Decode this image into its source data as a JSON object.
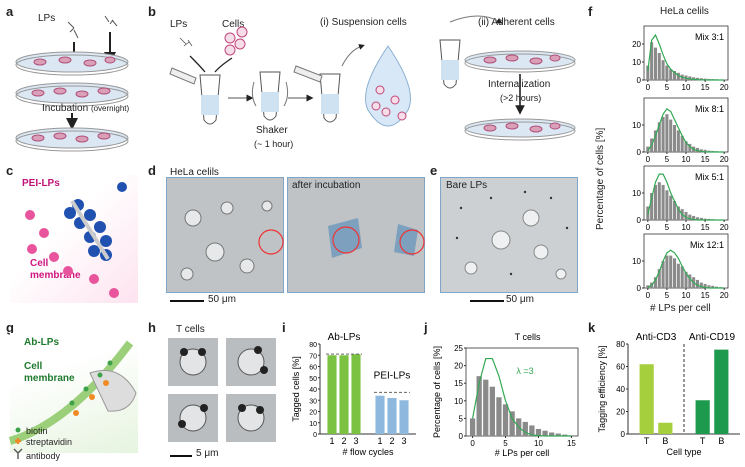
{
  "panels": {
    "a": {
      "letter": "a",
      "lps": "LPs",
      "incubation": "Incubation",
      "overnight": "(overnight)"
    },
    "b": {
      "letter": "b",
      "lps": "LPs",
      "cells": "Cells",
      "suspension": "(i) Suspension cells",
      "adherent": "(ii) Adherent cells",
      "shaker": "Shaker",
      "shaker_time": "(~ 1 hour)",
      "internalization": "Internalization",
      "internalization_time": "(>2 hours)"
    },
    "c": {
      "letter": "c",
      "title": "PEI-LPs",
      "membrane1": "Cell",
      "membrane2": "membrane"
    },
    "d": {
      "letter": "d",
      "title": "HeLa celils",
      "after": "after incubation",
      "scale": "50 μm"
    },
    "e": {
      "letter": "e",
      "title": "Bare LPs",
      "scale": "50 μm"
    },
    "f": {
      "letter": "f",
      "title": "HeLa celils",
      "ylabel": "Percentage of cells [%]",
      "xlabel": "# LPs per cell"
    },
    "g": {
      "letter": "g",
      "title": "Ab-LPs",
      "membrane1": "Cell",
      "membrane2": "membrane",
      "legend": [
        "biotin",
        "streptavidin",
        "antibody"
      ]
    },
    "h": {
      "letter": "h",
      "title": "T cells",
      "scale": "5 μm"
    },
    "i": {
      "letter": "i"
    },
    "j": {
      "letter": "j"
    },
    "k": {
      "letter": "k"
    }
  },
  "chart_data": [
    {
      "id": "f1",
      "type": "bar",
      "label": "Mix 3:1",
      "x": [
        0,
        1,
        2,
        3,
        4,
        5,
        6,
        7,
        8,
        9,
        10,
        11,
        12,
        13,
        14,
        15,
        16,
        17,
        18,
        19,
        20
      ],
      "values": [
        8,
        21,
        18,
        15,
        11,
        8,
        6,
        5,
        4,
        3,
        2.5,
        2,
        1.5,
        1.2,
        1,
        0.8,
        0.6,
        0.5,
        0.4,
        0.3,
        0.2
      ],
      "fit": [
        5,
        22,
        25,
        20,
        14,
        9,
        6,
        4,
        2.5,
        1.5,
        1,
        0.6,
        0.4,
        0.2,
        0.1,
        0,
        0,
        0,
        0,
        0,
        0
      ],
      "xlim": [
        -1,
        21
      ],
      "ylim": [
        0,
        30
      ],
      "yticks": [
        0,
        10,
        20
      ],
      "xticks": [
        0,
        5,
        10,
        15,
        20
      ]
    },
    {
      "id": "f2",
      "type": "bar",
      "label": "Mix 8:1",
      "x": [
        0,
        1,
        2,
        3,
        4,
        5,
        6,
        7,
        8,
        9,
        10,
        11,
        12,
        13,
        14,
        15,
        16,
        17,
        18,
        19,
        20
      ],
      "values": [
        2,
        5,
        8,
        11,
        13,
        14,
        12,
        10,
        8,
        6,
        4,
        3,
        2,
        1.5,
        1,
        0.8,
        0.5,
        0.4,
        0.3,
        0.2,
        0.1
      ],
      "fit": [
        0.5,
        2.5,
        6,
        10,
        14,
        16,
        15,
        12,
        9,
        6,
        3.5,
        2,
        1,
        0.5,
        0.2,
        0,
        0,
        0,
        0,
        0,
        0
      ],
      "xlim": [
        -1,
        21
      ],
      "ylim": [
        0,
        20
      ],
      "yticks": [
        0,
        10
      ],
      "xticks": [
        0,
        5,
        10,
        15,
        20
      ]
    },
    {
      "id": "f3",
      "type": "bar",
      "label": "Mix 5:1",
      "x": [
        0,
        1,
        2,
        3,
        4,
        5,
        6,
        7,
        8,
        9,
        10,
        11,
        12,
        13,
        14,
        15,
        16,
        17,
        18,
        19,
        20
      ],
      "values": [
        5,
        10,
        13,
        14,
        13,
        11,
        9,
        7,
        5,
        4,
        3,
        2,
        1.5,
        1,
        0.8,
        0.5,
        0.4,
        0.3,
        0.2,
        0.1,
        0.1
      ],
      "fit": [
        2,
        8,
        14,
        17,
        17,
        14,
        10,
        7,
        4,
        2,
        1,
        0.5,
        0.2,
        0,
        0,
        0,
        0,
        0,
        0,
        0,
        0
      ],
      "xlim": [
        -1,
        21
      ],
      "ylim": [
        0,
        20
      ],
      "yticks": [
        0,
        10
      ],
      "xticks": [
        0,
        5,
        10,
        15,
        20
      ]
    },
    {
      "id": "f4",
      "type": "bar",
      "label": "Mix 12:1",
      "x": [
        0,
        1,
        2,
        3,
        4,
        5,
        6,
        7,
        8,
        9,
        10,
        11,
        12,
        13,
        14,
        15,
        16,
        17,
        18,
        19,
        20
      ],
      "values": [
        1,
        2,
        4,
        7,
        10,
        12,
        12,
        11,
        9,
        8,
        6,
        5,
        4,
        3,
        2,
        1.5,
        1,
        0.8,
        0.5,
        0.3,
        0.2
      ],
      "fit": [
        0.2,
        1,
        3,
        6,
        10,
        13,
        14,
        13,
        11,
        8,
        5.5,
        3.5,
        2,
        1,
        0.5,
        0.2,
        0,
        0,
        0,
        0,
        0
      ],
      "xlim": [
        -1,
        21
      ],
      "ylim": [
        0,
        20
      ],
      "yticks": [
        0,
        10
      ],
      "xticks": [
        0,
        5,
        10,
        15,
        20
      ]
    },
    {
      "id": "i",
      "type": "bar",
      "ylabel": "Tagged cells [%]",
      "xlabel": "# flow cycles",
      "ylim": [
        0,
        80
      ],
      "yticks": [
        0,
        10,
        20,
        30,
        40,
        50,
        60,
        70,
        80
      ],
      "groups": [
        {
          "name": "Ab-LPs",
          "categories": [
            "1",
            "2",
            "3"
          ],
          "values": [
            70,
            70,
            71
          ],
          "ref": 71,
          "color": "#7cc242"
        },
        {
          "name": "PEI-LPs",
          "categories": [
            "1",
            "2",
            "3"
          ],
          "values": [
            34,
            32,
            30
          ],
          "ref": 37,
          "color": "#8fb8de"
        }
      ]
    },
    {
      "id": "j",
      "type": "bar",
      "title": "T cells",
      "ylabel": "Percentage of cells [%]",
      "xlabel": "# LPs per cell",
      "annotation": "λ =3",
      "x": [
        0,
        1,
        2,
        3,
        4,
        5,
        6,
        7,
        8,
        9,
        10,
        11,
        12,
        13,
        14,
        15
      ],
      "values": [
        5,
        17,
        16,
        14,
        11,
        9,
        7,
        5,
        4,
        3,
        2,
        1.5,
        1,
        0.7,
        0.4,
        0.2
      ],
      "fit": [
        5,
        15,
        22,
        22,
        17,
        10,
        5,
        2.5,
        1,
        0.3,
        0.1,
        0,
        0,
        0,
        0,
        0
      ],
      "xlim": [
        -1,
        16
      ],
      "ylim": [
        0,
        25
      ],
      "yticks": [
        0,
        5,
        10,
        15,
        20,
        25
      ],
      "xticks": [
        0,
        5,
        10,
        15
      ]
    },
    {
      "id": "k",
      "type": "bar",
      "ylabel": "Tagging efficiency [%]",
      "xlabel": "Cell type",
      "ylim": [
        0,
        80
      ],
      "yticks": [
        0,
        20,
        40,
        60,
        80
      ],
      "groups": [
        {
          "name": "Anti-CD3",
          "categories": [
            "T",
            "B"
          ],
          "values": [
            62,
            10
          ],
          "color": "#a6cf3d"
        },
        {
          "name": "Anti-CD19",
          "categories": [
            "T",
            "B"
          ],
          "values": [
            30,
            75
          ],
          "color": "#1e9a4f"
        }
      ]
    }
  ]
}
